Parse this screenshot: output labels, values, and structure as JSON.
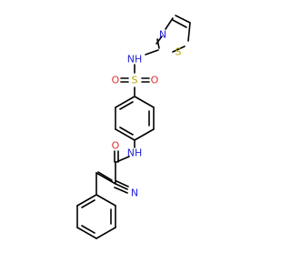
{
  "atoms": {
    "n_thiazole": {
      "text": "N",
      "color": "#2323d8"
    },
    "s_thiazole": {
      "text": "S",
      "color": "#b8a800"
    },
    "nh_sulfonamide": {
      "text": "NH",
      "color": "#2323d8"
    },
    "s_sulfonyl": {
      "text": "S",
      "color": "#b8a800"
    },
    "o_left": {
      "text": "O",
      "color": "#e03030"
    },
    "o_right": {
      "text": "O",
      "color": "#e03030"
    },
    "o_amide": {
      "text": "O",
      "color": "#e03030"
    },
    "nh_amide": {
      "text": "NH",
      "color": "#2323d8"
    },
    "n_nitrile": {
      "text": "N",
      "color": "#2323d8"
    }
  }
}
